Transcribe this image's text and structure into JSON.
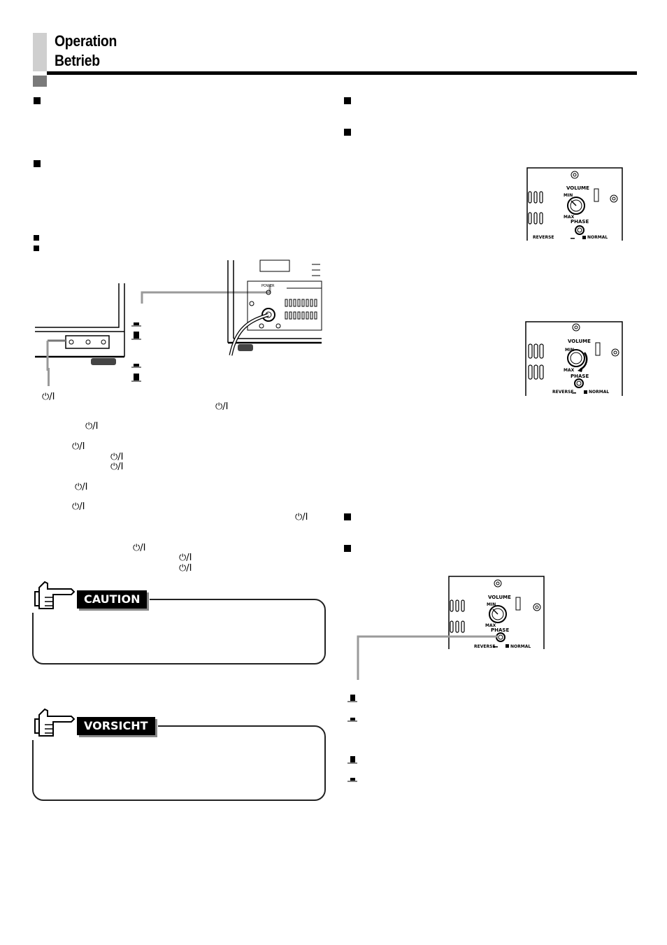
{
  "header": {
    "title_en": "Operation",
    "title_de": "Betrieb"
  },
  "symbols": {
    "power": "⏻/I"
  },
  "notes": {
    "caution_label": "CAUTION",
    "vorsicht_label": "VORSICHT"
  },
  "panel": {
    "volume": "VOLUME",
    "min": "MIN",
    "max": "MAX",
    "phase": "PHASE",
    "reverse": "REVERSE",
    "normal": "NORMAL",
    "power_label": "POWER"
  }
}
